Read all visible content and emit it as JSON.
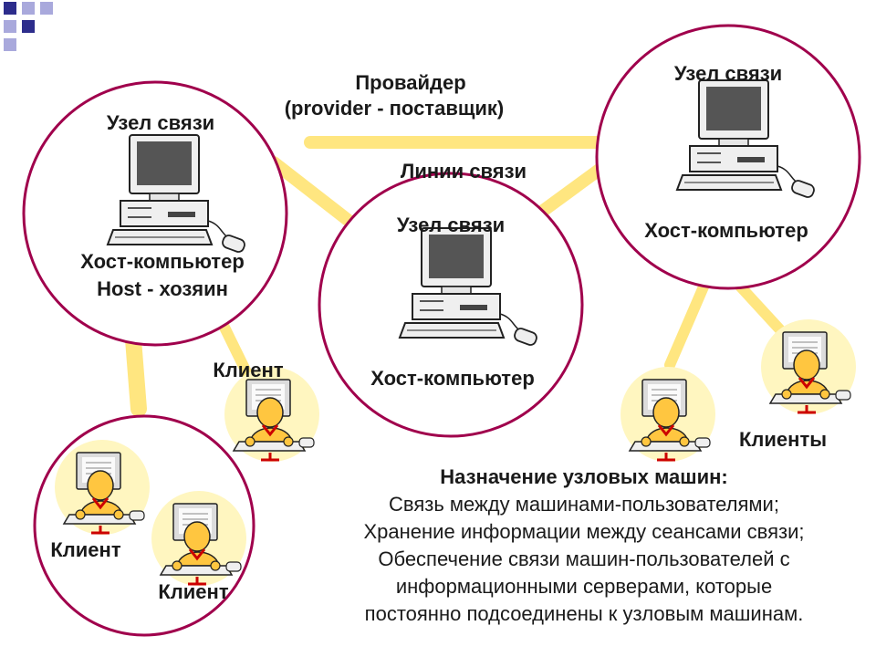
{
  "provider": {
    "title": "Провайдер",
    "subtitle": "(provider - поставщик)"
  },
  "lines_label": "Линии связи",
  "nodes": {
    "left": {
      "title": "Узел связи",
      "host": "Хост-компьютер",
      "host_sub": "Host - хозяин"
    },
    "center": {
      "title": "Узел связи",
      "host": "Хост-компьютер"
    },
    "right": {
      "title": "Узел связи",
      "host": "Хост-компьютер"
    }
  },
  "clients": {
    "single": "Клиент",
    "bottom_left_a": "Клиент",
    "bottom_left_b": "Клиент",
    "right_group": "Клиенты"
  },
  "purpose": {
    "title": "Назначение узловых машин:",
    "lines": [
      "Связь между машинами-пользователями;",
      "Хранение информации между сеансами связи;",
      "Обеспечение связи машин-пользователей с",
      "информационными серверами, которые",
      "постоянно подсоединены к узловым машинам."
    ]
  },
  "colors": {
    "circle_stroke": "#a0004c",
    "link": "#ffe680",
    "client_bg": "#fff6c0",
    "corner_dark": "#2d2d8c",
    "corner_light": "#a9a9dc"
  }
}
